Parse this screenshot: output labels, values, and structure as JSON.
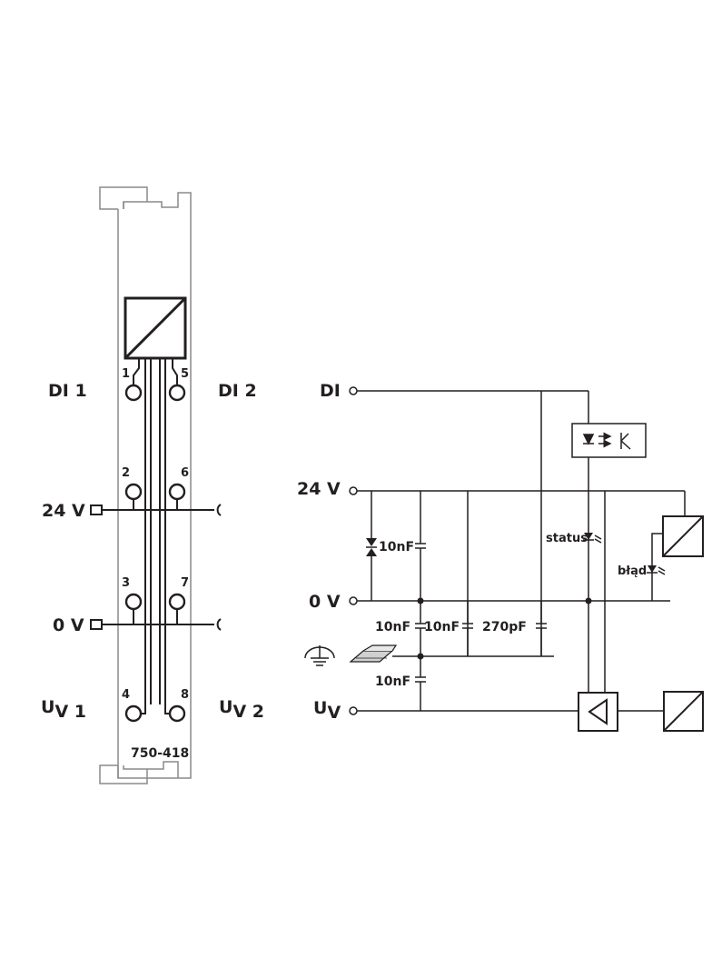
{
  "module": {
    "part_number": "750-418",
    "channel_labels": {
      "di1": "DI 1",
      "di2": "DI 2",
      "uv1_main": "U",
      "uv1_sub": "V 1",
      "uv2_main": "U",
      "uv2_sub": "V 2"
    },
    "supply_labels": {
      "plus": "24 V",
      "minus": "0 V"
    },
    "terminal_numbers": [
      "1",
      "2",
      "3",
      "4",
      "5",
      "6",
      "7",
      "8"
    ]
  },
  "schematic": {
    "rails": {
      "di": "DI",
      "plus": "24 V",
      "minus": "0 V",
      "uv_main": "U",
      "uv_sub": "V"
    },
    "capacitors": {
      "c1": "10nF",
      "c2": "10nF",
      "c3": "10nF",
      "c4": "270pF",
      "c5": "10nF"
    },
    "leds": {
      "status": "status",
      "error": "błąd"
    }
  },
  "colors": {
    "ink": "#231f20",
    "housing": "#8a8a8a",
    "background": "#ffffff"
  }
}
